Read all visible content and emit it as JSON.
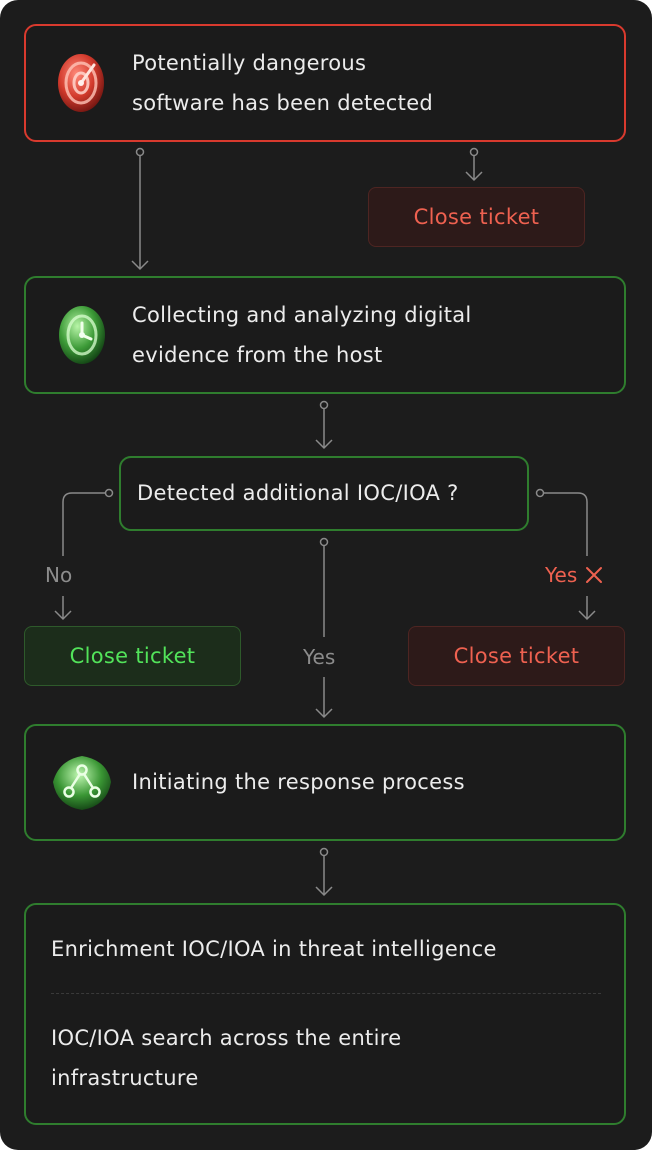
{
  "steps": {
    "detected": "Potentially dangerous\nsoftware has been detected",
    "collecting": "Collecting and analyzing digital\nevidence from the host",
    "question": "Detected additional IOC/IOA ?",
    "response": "Initiating the response process",
    "enrichment": "Enrichment IOC/IOA in threat intelligence",
    "search": "IOC/IOA search across the entire\ninfrastructure"
  },
  "close_ticket": {
    "top": "Close ticket",
    "left": "Close ticket",
    "right": "Close ticket"
  },
  "branch_labels": {
    "no": "No",
    "yes_center": "Yes",
    "yes_right": "Yes"
  },
  "icons": {
    "detected": "red-radar-icon",
    "collecting": "green-analysis-icon",
    "response": "green-network-icon",
    "yes_right_mark": "close-x-icon"
  },
  "colors": {
    "background": "#1c1c1c",
    "alert_red": "#d93a2e",
    "success_green": "#2f7d2e",
    "muted_gray": "#8c8c8c"
  }
}
